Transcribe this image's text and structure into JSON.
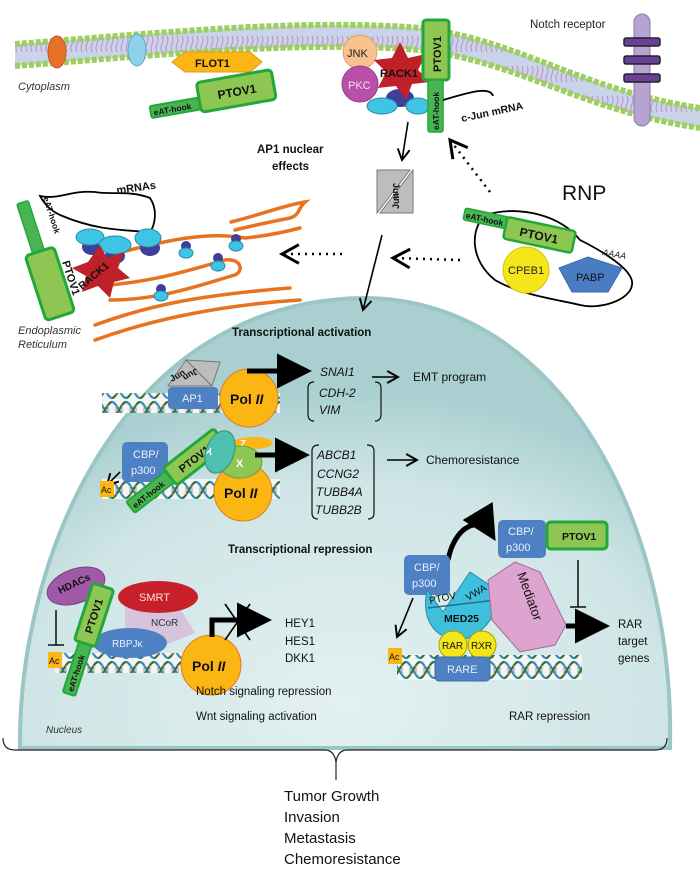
{
  "labels": {
    "cytoplasm": "Cytoplasm",
    "notch_receptor": "Notch receptor",
    "flot1": "FLOT1",
    "ptov1": "PTOV1",
    "eat_hook": "eAT-hook",
    "jnk": "JNK",
    "pkc": "PKC",
    "rack1": "RACK1",
    "c_jun_mrna": "c-Jun mRNA",
    "ap1_nuclear_effects_1": "AP1 nuclear",
    "ap1_nuclear_effects_2": "effects",
    "jun": "Jun",
    "rnp": "RNP",
    "mrnas": "mRNAs",
    "cpeb1": "CPEB1",
    "pabp": "PABP",
    "polya": "AAAA",
    "er_1": "Endoplasmic",
    "er_2": "Reticulum",
    "nucleus": "Nucleus"
  },
  "activation": {
    "title": "Transcriptional activation",
    "ap1": "AP1",
    "pol_prefix": "Pol ",
    "pol_suffix": "II",
    "genes_top": [
      "SNAI1"
    ],
    "genes_bracket_1": [
      "CDH-2",
      "VIM"
    ],
    "emt": "EMT program",
    "cbp": [
      "CBP/",
      "p300"
    ],
    "ac": "Ac",
    "y": "Y",
    "z": "Z",
    "x": "X",
    "genes_bracket_2": [
      "ABCB1",
      "CCNG2",
      "TUBB4A",
      "TUBB2B"
    ],
    "chemoresistance": "Chemoresistance"
  },
  "repression": {
    "title": "Transcriptional repression",
    "hdacs": "HDACs",
    "smrt": "SMRT",
    "ncor": "NCoR",
    "rbpjk": "RBPJκ",
    "genes": [
      "HEY1",
      "HES1",
      "DKK1"
    ],
    "notch": "Notch signaling repression",
    "wnt": "Wnt  signaling activation",
    "cbp": [
      "CBP/",
      "p300"
    ],
    "ptov": "PTOV",
    "vwa": "VWA",
    "med25": "MED25",
    "mediator": "Mediator",
    "rar": "RAR",
    "rxr": "RXR",
    "rare": "RARE",
    "rar_targets": [
      "RAR",
      "target",
      "genes"
    ],
    "rar_repression": "RAR repression"
  },
  "outcomes": [
    "Tumor Growth",
    "Invasion",
    "Metastasis",
    "Chemoresistance"
  ],
  "colors": {
    "ptov1_fill": "#8dc653",
    "ptov1_stroke": "#22a83a",
    "flot1": "#fbb614",
    "rack1": "#c0202a",
    "jnk": "#f9c18d",
    "pkc": "#b94fa8",
    "pol2": "#fbb614",
    "cbp": "#4e81c4",
    "nucleus": "#cfe5e6",
    "er": "#e8731f",
    "cpeb1": "#f5e51b",
    "pabp": "#4a7cc4",
    "mediator": "#dda4cf",
    "med25": "#3ec0dc",
    "rar": "#f5e51b",
    "hdacs": "#a059a6",
    "smrt": "#c8202a",
    "ncor": "#d6c4dc",
    "rbpjk": "#4e81c4",
    "ribosome_light": "#3ec4e4",
    "ribosome_dark": "#3d3f9a",
    "ac": "#fbb614",
    "jun_gray": "#bdbdbd"
  }
}
